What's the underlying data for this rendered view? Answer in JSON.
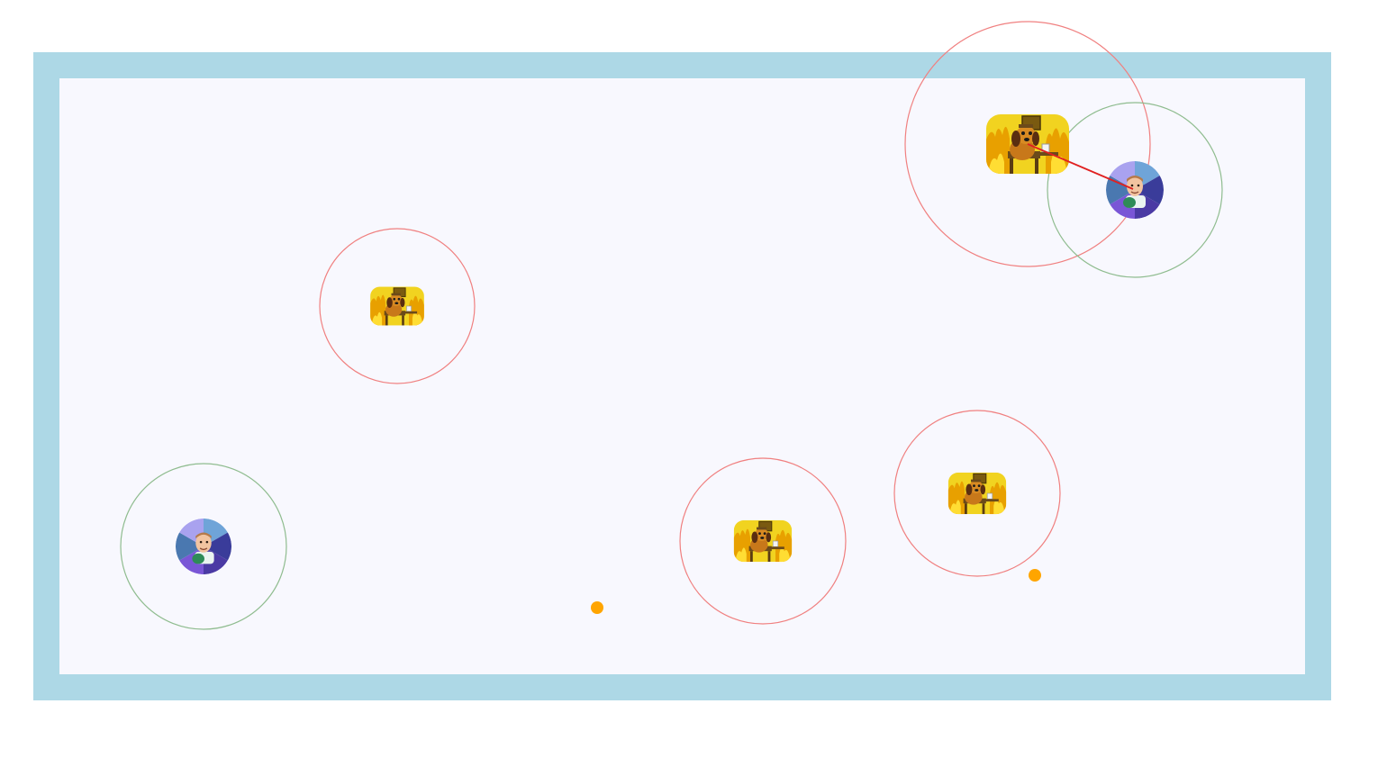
{
  "game": {
    "type": "predator-prey simulation",
    "colors": {
      "page_background": "#ffffff",
      "arena_wall": "#add8e6",
      "arena_floor": "#f8f8fe",
      "predator_range_ring": "#f08080",
      "prey_range_ring": "#8fbc8f",
      "chase_line": "#e02020",
      "food_pellet": "#ffa500"
    },
    "entities": {
      "predators": [
        {
          "id": "dog-1",
          "icon": "this-is-fine-dog-icon",
          "size": "large",
          "chasing": "baby-1"
        },
        {
          "id": "dog-2",
          "icon": "this-is-fine-dog-icon",
          "size": "small",
          "chasing": null
        },
        {
          "id": "dog-3",
          "icon": "this-is-fine-dog-icon",
          "size": "medium",
          "chasing": null
        },
        {
          "id": "dog-4",
          "icon": "this-is-fine-dog-icon",
          "size": "medium",
          "chasing": null
        }
      ],
      "prey": [
        {
          "id": "baby-1",
          "icon": "success-kid-icon",
          "size": "medium"
        },
        {
          "id": "baby-2",
          "icon": "success-kid-icon",
          "size": "medium"
        }
      ],
      "food": [
        {
          "id": "food-1",
          "icon": "food-dot-icon"
        },
        {
          "id": "food-2",
          "icon": "food-dot-icon"
        }
      ]
    }
  }
}
